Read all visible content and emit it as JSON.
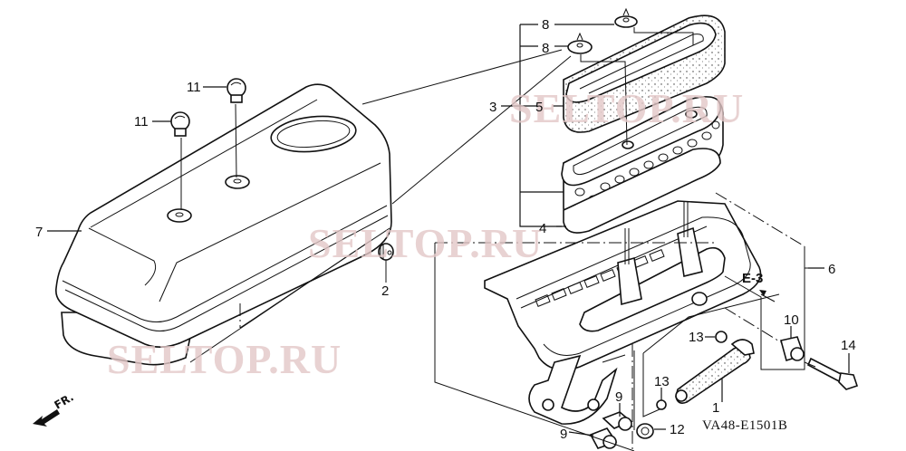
{
  "diagram": {
    "type": "exploded parts diagram",
    "subject": "Air cleaner assembly",
    "drawing_code": "VA48-E1501B",
    "reference": "E-3",
    "direction_indicator": "FR.",
    "watermark": "SELTOP.RU",
    "colors": {
      "line": "#111111",
      "background": "#ffffff",
      "watermark": "#e3c8c8"
    },
    "callouts": [
      {
        "id": "c1",
        "label": "1",
        "part": "tube"
      },
      {
        "id": "c2",
        "label": "2",
        "part": "grommet"
      },
      {
        "id": "c3",
        "label": "3",
        "part": "element set (bracket group)"
      },
      {
        "id": "c4",
        "label": "4",
        "part": "seal / gasket"
      },
      {
        "id": "c5",
        "label": "5",
        "part": "foam pre-filter"
      },
      {
        "id": "c6",
        "label": "6",
        "part": "air cleaner case (bracket group)"
      },
      {
        "id": "c7",
        "label": "7",
        "part": "air cleaner cover"
      },
      {
        "id": "c8a",
        "label": "8",
        "part": "wing nut / grommet"
      },
      {
        "id": "c8b",
        "label": "8",
        "part": "wing nut / grommet"
      },
      {
        "id": "c9a",
        "label": "9",
        "part": "collar"
      },
      {
        "id": "c9b",
        "label": "9",
        "part": "collar"
      },
      {
        "id": "c10",
        "label": "10",
        "part": "collar"
      },
      {
        "id": "c11a",
        "label": "11",
        "part": "knob screw"
      },
      {
        "id": "c11b",
        "label": "11",
        "part": "knob screw"
      },
      {
        "id": "c12",
        "label": "12",
        "part": "nut"
      },
      {
        "id": "c13a",
        "label": "13",
        "part": "clip"
      },
      {
        "id": "c13b",
        "label": "13",
        "part": "clip"
      },
      {
        "id": "c14",
        "label": "14",
        "part": "flange bolt"
      }
    ]
  }
}
